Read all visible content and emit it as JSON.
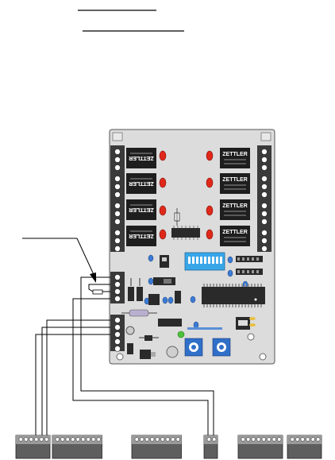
{
  "relays_right": [
    {
      "brand": "ZETTLER"
    },
    {
      "brand": "ZETTLER"
    },
    {
      "brand": "ZETTLER"
    },
    {
      "brand": "ZETTLER"
    }
  ],
  "relays_left": [
    {
      "brand": "ZETTLER"
    },
    {
      "brand": "ZETTLER"
    },
    {
      "brand": "ZETTLER"
    },
    {
      "brand": "ZETTLER"
    }
  ],
  "bottom_connectors": [
    {
      "pins": 6
    },
    {
      "pins": 9
    },
    {
      "pins": 9
    },
    {
      "pins": 2
    },
    {
      "pins": 8
    },
    {
      "pins": 6
    }
  ],
  "colors": {
    "board": "#dcdcdc",
    "relay": "#1e1e1e",
    "terminal": "#3a3a3a",
    "led": "#e0281a",
    "dip": "#39a6e8",
    "green_led": "#4cc23a",
    "wire": "#000000"
  }
}
